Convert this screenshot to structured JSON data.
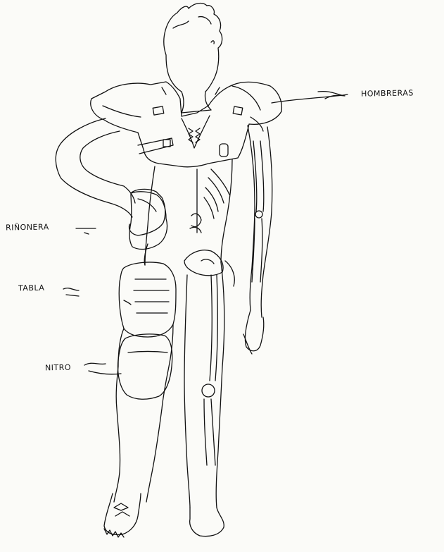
{
  "labels": {
    "shoulder_pads": "HOMBRERAS",
    "kidney_pad": "RIÑONERA",
    "thigh_board": "TABLA",
    "knee_pad": "NITRO"
  },
  "colors": {
    "ink": "#111111",
    "paper": "#fbfbf8"
  }
}
